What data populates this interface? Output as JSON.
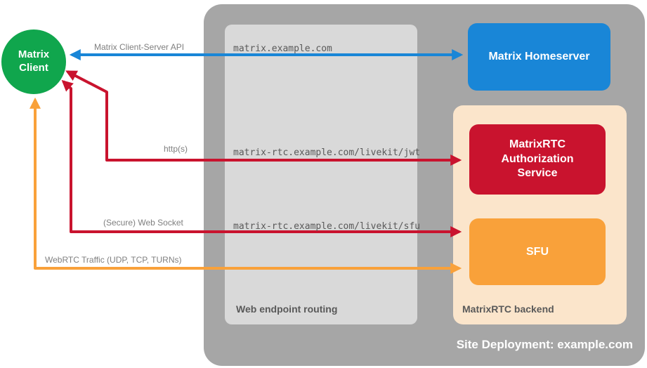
{
  "client": {
    "label": "Matrix\nClient"
  },
  "nodes": {
    "homeserver": {
      "label": "Matrix Homeserver"
    },
    "auth": {
      "label": "MatrixRTC\nAuthorization\nService"
    },
    "sfu": {
      "label": "SFU"
    }
  },
  "containers": {
    "site": {
      "label": "Site Deployment: example.com"
    },
    "routing": {
      "label": "Web endpoint routing"
    },
    "backend": {
      "label": "MatrixRTC backend"
    }
  },
  "endpoints": [
    "matrix.example.com",
    "matrix-rtc.example.com/livekit/jwt",
    "matrix-rtc.example.com/livekit/sfu"
  ],
  "arrows": [
    {
      "label": "Matrix Client-Server API",
      "color": "#1986d7"
    },
    {
      "label": "http(s)",
      "color": "#c9132e"
    },
    {
      "label": "(Secure) Web Socket",
      "color": "#c9132e"
    },
    {
      "label": "WebRTC Traffic (UDP, TCP, TURNs)",
      "color": "#f9a13a"
    }
  ],
  "colors": {
    "client_green": "#10a64d",
    "homeserver_blue": "#1986d7",
    "auth_red": "#c9132e",
    "sfu_orange": "#f9a13a",
    "backend_peach": "#fbe5cb",
    "site_gray": "#a6a6a6",
    "routing_gray": "#d9d9d9",
    "label_gray": "#595959",
    "arrow_label_gray": "#7f7f7f"
  }
}
